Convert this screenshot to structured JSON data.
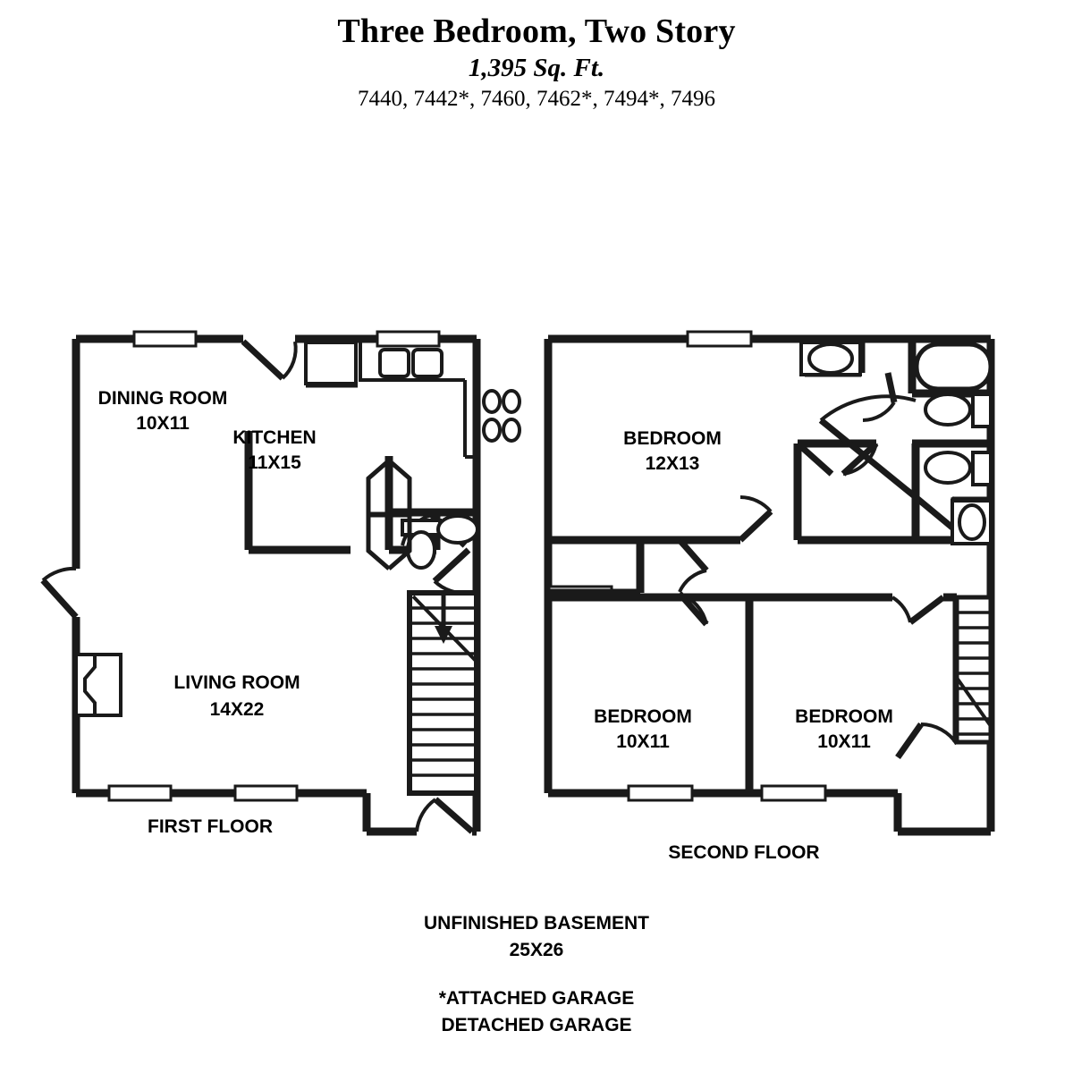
{
  "header": {
    "title": "Three Bedroom, Two Story",
    "square_feet": "1,395 Sq. Ft.",
    "model_numbers": "7440, 7442*, 7460, 7462*, 7494*, 7496"
  },
  "footer": {
    "basement_label": "UNFINISHED BASEMENT",
    "basement_dims": "25X26",
    "attached_garage": "*ATTACHED GARAGE",
    "detached_garage": "DETACHED GARAGE"
  },
  "floors": [
    {
      "name": "first-floor",
      "caption": "FIRST FLOOR",
      "rooms": [
        {
          "name": "dining-room",
          "label": "DINING ROOM",
          "dims": "10X11"
        },
        {
          "name": "kitchen",
          "label": "KITCHEN",
          "dims": "11X15"
        },
        {
          "name": "living-room",
          "label": "LIVING ROOM",
          "dims": "14X22"
        }
      ]
    },
    {
      "name": "second-floor",
      "caption": "SECOND FLOOR",
      "rooms": [
        {
          "name": "master-bedroom",
          "label": "BEDROOM",
          "dims": "12X13"
        },
        {
          "name": "bedroom-left",
          "label": "BEDROOM",
          "dims": "10X11"
        },
        {
          "name": "bedroom-right",
          "label": "BEDROOM",
          "dims": "10X11"
        }
      ]
    }
  ],
  "style": {
    "line_color": "#1a1a1a",
    "background": "#ffffff"
  }
}
